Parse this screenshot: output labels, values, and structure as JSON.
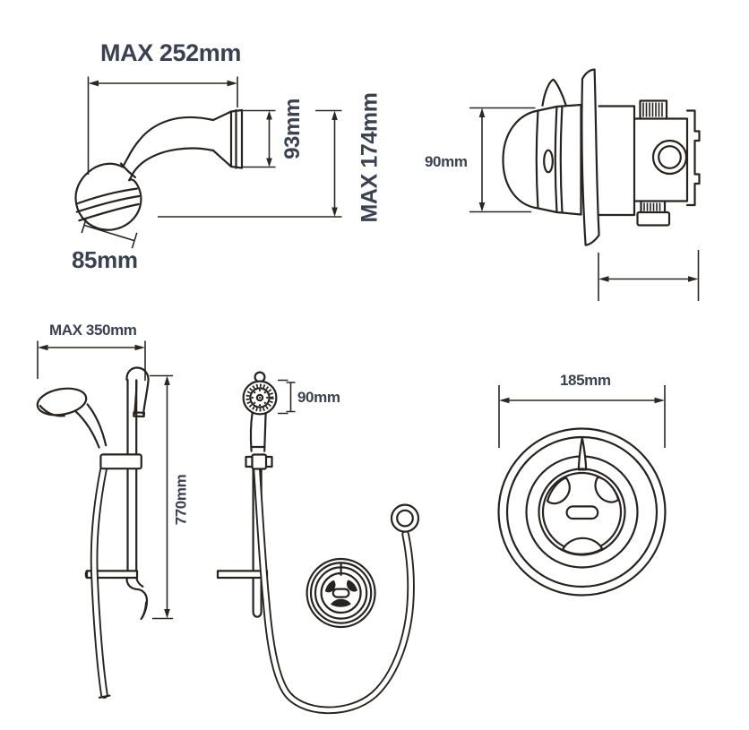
{
  "palette": {
    "background": "#ffffff",
    "line": "#272320",
    "text": "#3a4150"
  },
  "diagram": {
    "views": {
      "shower_head_side": {
        "labels": {
          "width": "MAX 252mm",
          "flange_height": "93mm",
          "overall_height": "MAX 174mm",
          "head_width": "85mm"
        }
      },
      "valve_side": {
        "labels": {
          "height": "90mm"
        }
      },
      "rail_side": {
        "labels": {
          "depth": "MAX 350mm",
          "rail_height": "770mm"
        }
      },
      "rail_front": {
        "labels": {
          "handset_diameter": "90mm"
        }
      },
      "valve_front": {
        "labels": {
          "faceplate_diameter": "185mm"
        }
      }
    }
  }
}
